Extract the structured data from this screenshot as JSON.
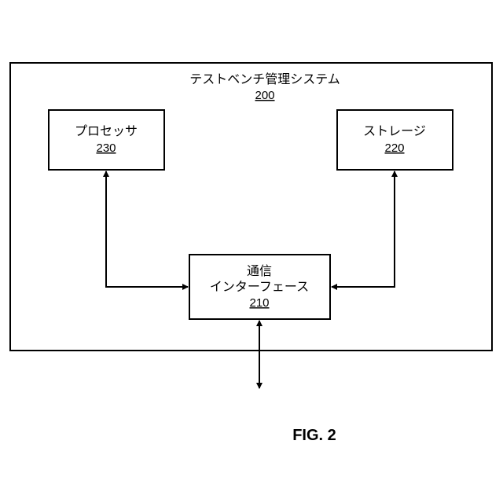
{
  "system": {
    "title": "テストベンチ管理システム",
    "ref": "200"
  },
  "processor": {
    "label": "プロセッサ",
    "ref": "230"
  },
  "storage": {
    "label": "ストレージ",
    "ref": "220"
  },
  "comm_interface": {
    "label_line1": "通信",
    "label_line2": "インターフェース",
    "ref": "210"
  },
  "figure_caption": "FIG. 2"
}
